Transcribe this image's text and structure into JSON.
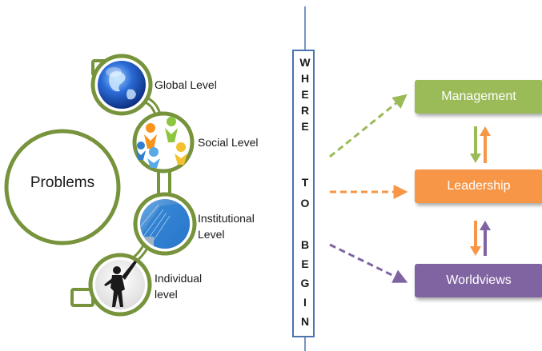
{
  "diagram": {
    "central_label": "Problems",
    "levels": [
      {
        "label": "Global Level",
        "icon": "globe-icon"
      },
      {
        "label": "Social Level",
        "icon": "people-circle-icon"
      },
      {
        "label": "Institutional Level",
        "icon": "building-icon"
      },
      {
        "label": "Individual level",
        "icon": "person-icon"
      }
    ],
    "vertical_text": [
      "W",
      "H",
      "E",
      "R",
      "E",
      "",
      "T",
      "O",
      "",
      "B",
      "E",
      "G",
      "I",
      "N"
    ],
    "targets": [
      {
        "label": "Management",
        "color": "#9bbb59"
      },
      {
        "label": "Leadership",
        "color": "#f79646"
      },
      {
        "label": "Worldviews",
        "color": "#8064a2"
      }
    ],
    "colors": {
      "ring": "#77933c",
      "divider": "#4a74b0"
    }
  }
}
